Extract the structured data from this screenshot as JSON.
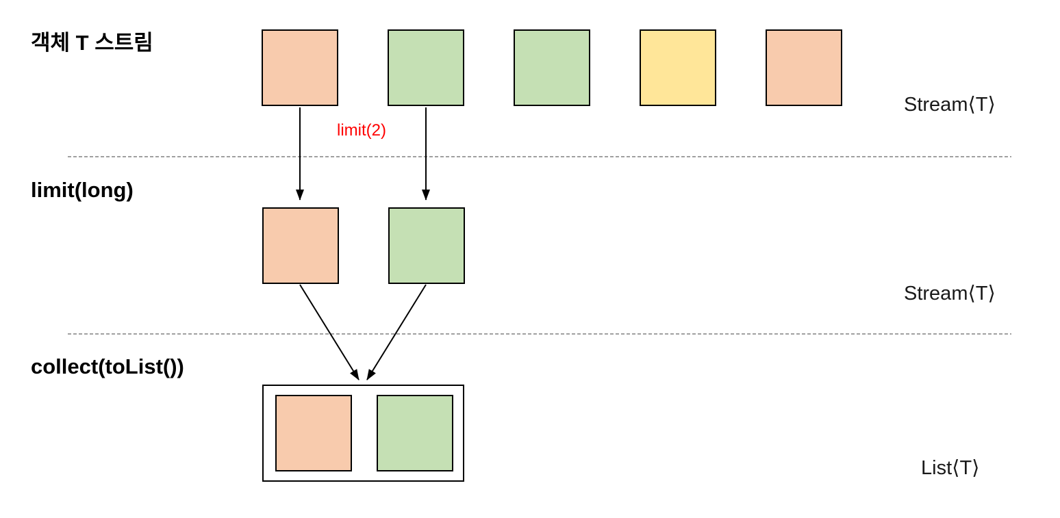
{
  "labels": {
    "title": "객체 T 스트림",
    "limit_op": "limit(long)",
    "collect_op": "collect(toList())",
    "limit_arg": "limit(2)",
    "stream_type_top": "Stream⟨T⟩",
    "stream_type_mid": "Stream⟨T⟩",
    "list_type": "List⟨T⟩"
  },
  "colors": {
    "orange": "#F8CBAD",
    "green": "#C5E0B4",
    "yellow": "#FFE699",
    "arrow": "#000000",
    "divider": "#404040",
    "limit_arg_color": "#FF0000"
  },
  "stream_row": {
    "cells": [
      "orange",
      "green",
      "green",
      "yellow",
      "orange"
    ]
  },
  "limited_row": {
    "cells": [
      "orange",
      "green"
    ]
  },
  "list_box": {
    "cells": [
      "orange",
      "green"
    ]
  }
}
